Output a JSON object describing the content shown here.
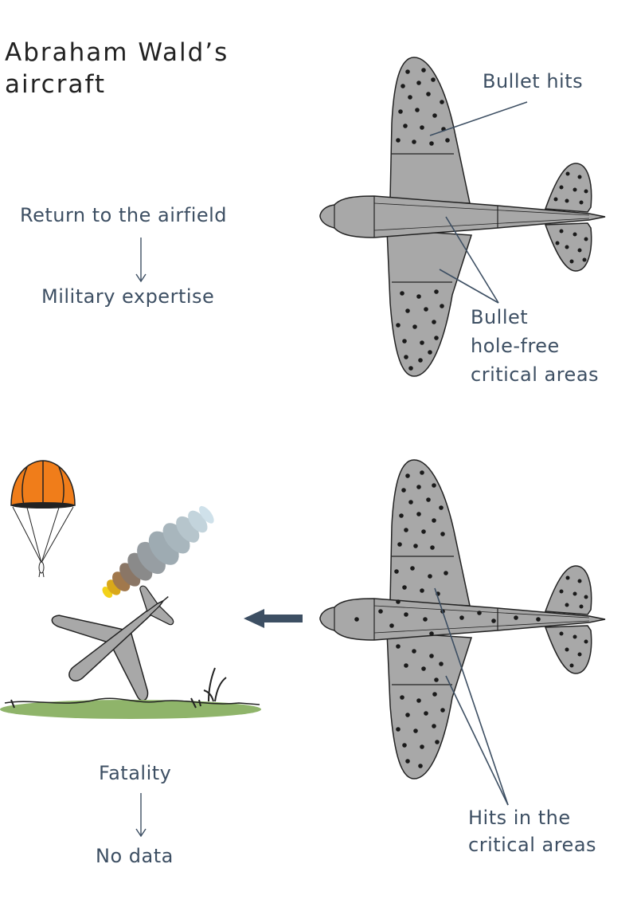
{
  "title": "Abraham Wald’s aircraft",
  "top_panel": {
    "left_label_top": "Return to the airfield",
    "left_label_bottom": "Military expertise",
    "callout_hits": "Bullet hits",
    "callout_free": [
      "Bullet",
      "hole-free",
      "critical areas"
    ]
  },
  "bottom_panel": {
    "left_label_top": "Fatality",
    "left_label_bottom": "No data",
    "callout_hits": [
      "Hits in the",
      "critical areas"
    ]
  },
  "colors": {
    "plane": "#a8a8a8",
    "outline": "#222222",
    "text": "#3d4f63",
    "arrow": "#3d4f63",
    "parachute": "#f07d1a",
    "grass": "#8fb46a"
  },
  "icons": [
    "airplane-top-view-icon",
    "parachute-icon",
    "crashing-plane-icon",
    "smoke-trail-icon",
    "ground-icon",
    "left-arrow-icon"
  ]
}
